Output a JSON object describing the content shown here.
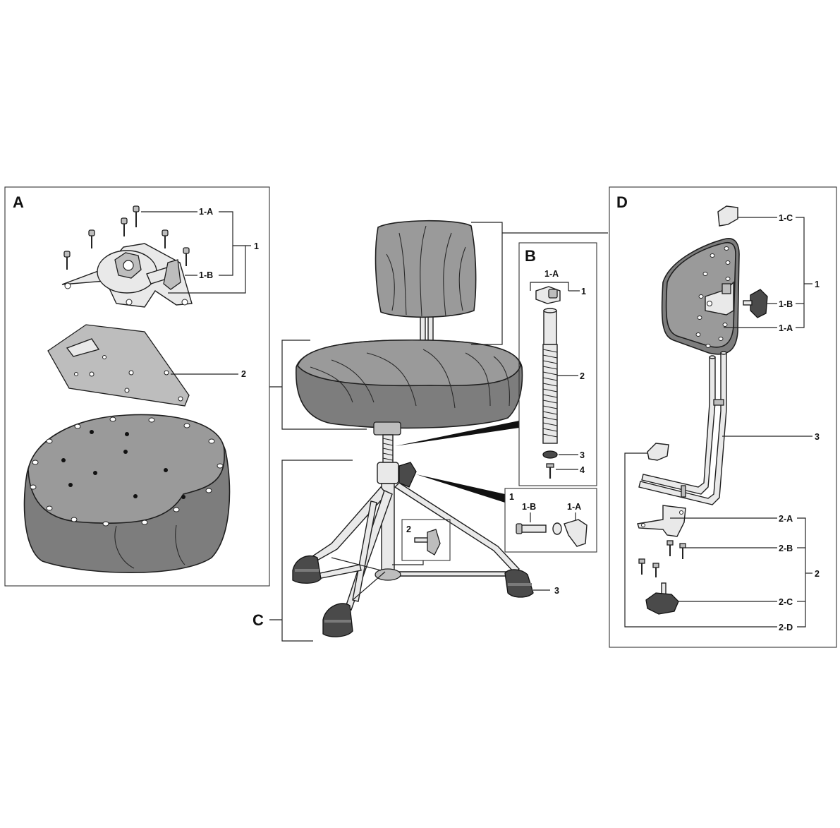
{
  "panels": {
    "A": {
      "title": "A",
      "callouts": [
        "1-A",
        "1-B",
        "1",
        "2"
      ]
    },
    "B": {
      "title": "B",
      "callouts": [
        "1-A",
        "1",
        "2",
        "3",
        "4"
      ]
    },
    "C": {
      "title": "C",
      "callouts": [
        "1",
        "1-B",
        "1-A",
        "2",
        "3"
      ]
    },
    "D": {
      "title": "D",
      "callouts": [
        "1-C",
        "1",
        "1-B",
        "1-A",
        "3",
        "2-A",
        "2-B",
        "2",
        "2-C",
        "2-D"
      ]
    }
  },
  "colors": {
    "cushion": "#9a9a9a",
    "line": "#1e1e1e",
    "metal": "#e9e9e9"
  }
}
